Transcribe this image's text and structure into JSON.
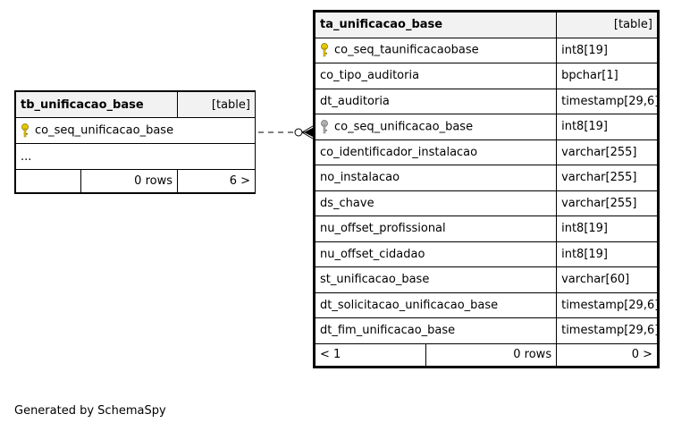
{
  "source_table": {
    "name": "tb_unificacao_base",
    "type_label": "[table]",
    "columns": [
      {
        "name": "co_seq_unificacao_base",
        "key": "primary"
      }
    ],
    "ellipsis": "...",
    "footer": {
      "left": "",
      "rows": "0 rows",
      "children": "6 >"
    }
  },
  "target_table": {
    "name": "ta_unificacao_base",
    "type_label": "[table]",
    "columns": [
      {
        "name": "co_seq_taunificacaobase",
        "type": "int8[19]",
        "key": "primary"
      },
      {
        "name": "co_tipo_auditoria",
        "type": "bpchar[1]",
        "key": ""
      },
      {
        "name": "dt_auditoria",
        "type": "timestamp[29,6]",
        "key": ""
      },
      {
        "name": "co_seq_unificacao_base",
        "type": "int8[19]",
        "key": "foreign"
      },
      {
        "name": "co_identificador_instalacao",
        "type": "varchar[255]",
        "key": ""
      },
      {
        "name": "no_instalacao",
        "type": "varchar[255]",
        "key": ""
      },
      {
        "name": "ds_chave",
        "type": "varchar[255]",
        "key": ""
      },
      {
        "name": "nu_offset_profissional",
        "type": "int8[19]",
        "key": ""
      },
      {
        "name": "nu_offset_cidadao",
        "type": "int8[19]",
        "key": ""
      },
      {
        "name": "st_unificacao_base",
        "type": "varchar[60]",
        "key": ""
      },
      {
        "name": "dt_solicitacao_unificacao_base",
        "type": "timestamp[29,6]",
        "key": ""
      },
      {
        "name": "dt_fim_unificacao_base",
        "type": "timestamp[29,6]",
        "key": ""
      }
    ],
    "footer": {
      "left": "< 1",
      "rows": "0 rows",
      "children": "0 >"
    }
  },
  "relationship": {
    "from": "ta_unificacao_base.co_seq_unificacao_base",
    "to": "tb_unificacao_base.co_seq_unificacao_base",
    "style": "dashed"
  },
  "generated_by": "Generated by SchemaSpy",
  "colors": {
    "primary_key": "#e6c800",
    "foreign_key": "#b0b0b0",
    "header_bg": "#f2f2f2"
  }
}
